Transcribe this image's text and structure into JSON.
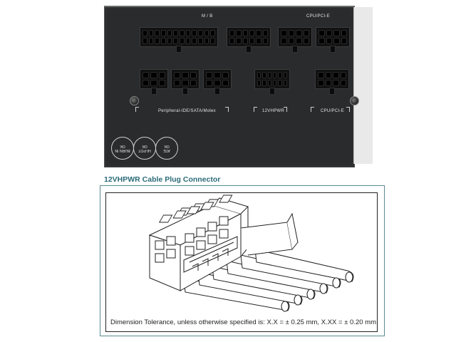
{
  "psu_panel": {
    "labels": {
      "mb": "M / B",
      "cpu_pcie_top": "CPU/PCI-E",
      "peripheral": "Peripheral-IDE/SATA/Molex",
      "vhpwr": "12VHPWR",
      "cpu_pcie_bottom": "CPU/PCI-E"
    },
    "badges": [
      {
        "line1": "BURN IN",
        "line2": "OK"
      },
      {
        "line1": "HI-POT",
        "line2": "OK"
      },
      {
        "line1": "ATE",
        "line2": "OK"
      }
    ],
    "colors": {
      "panel": "#2a2b2d",
      "connector": "#111111",
      "label": "#e6e6e6"
    }
  },
  "diagram": {
    "heading": "12VHPWR Cable Plug Connector",
    "tolerance_text": "Dimension Tolerance, unless otherwise specified is:  X.X = ± 0.25 mm, X.XX = ± 0.20 mm",
    "colors": {
      "heading": "#2b6b78",
      "frame": "#5b8a92"
    }
  }
}
